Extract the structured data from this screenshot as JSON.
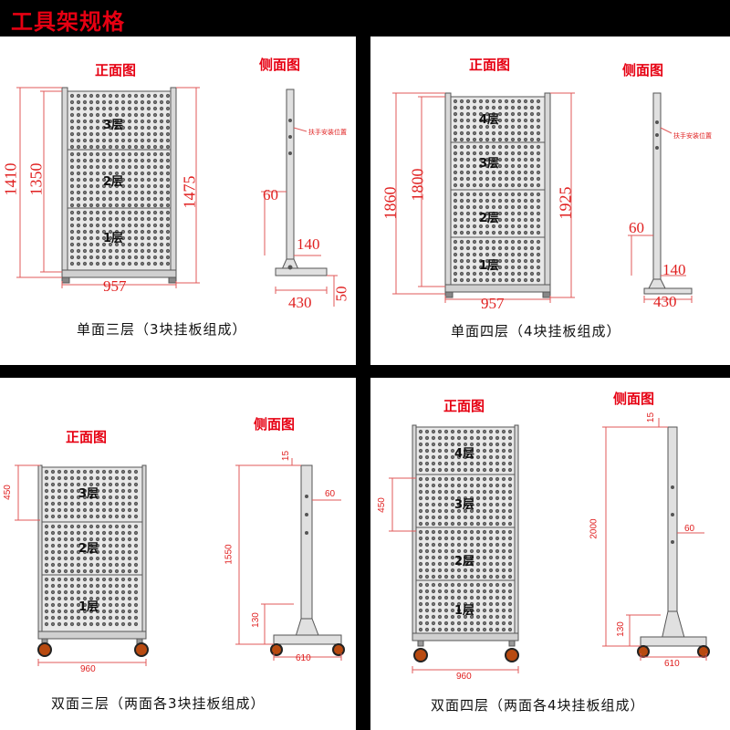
{
  "header": {
    "title": "工具架规格"
  },
  "panels": [
    {
      "front_label": "正面图",
      "side_label": "侧面图",
      "caption": "单面三层（3块挂板组成）",
      "tiers": [
        "3层",
        "2层",
        "1层"
      ],
      "dims": {
        "h_outer": "1410",
        "h_inner": "1350",
        "h_right": "1475",
        "width": "957",
        "side_60": "60",
        "side_140": "140",
        "side_430": "430",
        "side_50": "50"
      },
      "note": "扶手安装位置"
    },
    {
      "front_label": "正面图",
      "side_label": "侧面图",
      "caption": "单面四层（4块挂板组成）",
      "tiers": [
        "4层",
        "3层",
        "2层",
        "1层"
      ],
      "dims": {
        "h_outer": "1860",
        "h_inner": "1800",
        "h_right": "1925",
        "width": "957",
        "side_60": "60",
        "side_140": "140",
        "side_430": "430"
      },
      "note": "扶手安装位置"
    },
    {
      "front_label": "正面图",
      "side_label": "侧面图",
      "caption": "双面三层（两面各3块挂板组成）",
      "tiers": [
        "3层",
        "2层",
        "1层"
      ],
      "dims": {
        "h_panel": "450",
        "width": "960",
        "side_15": "15",
        "side_60": "60",
        "side_1550": "1550",
        "side_130": "130",
        "side_610": "610"
      }
    },
    {
      "front_label": "正面图",
      "side_label": "侧面图",
      "caption": "双面四层（两面各4块挂板组成）",
      "tiers": [
        "4层",
        "3层",
        "2层",
        "1层"
      ],
      "dims": {
        "h_panel": "450",
        "width": "960",
        "side_15": "15",
        "side_60": "60",
        "side_2000": "2000",
        "side_130": "130",
        "side_610": "610"
      }
    }
  ]
}
